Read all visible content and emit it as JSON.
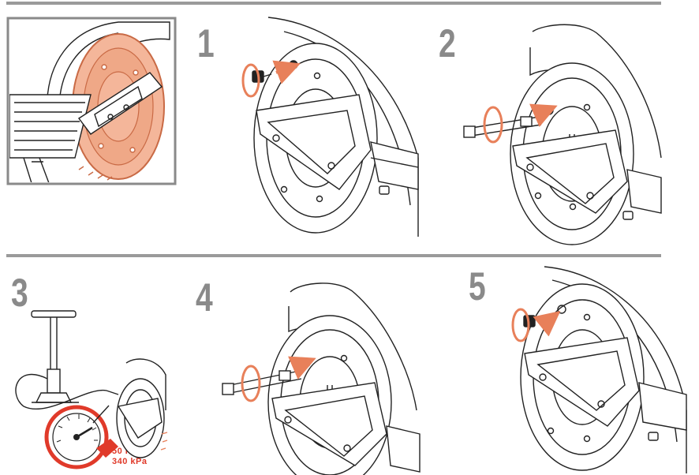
{
  "steps": [
    {
      "number": "1"
    },
    {
      "number": "2"
    },
    {
      "number": "3"
    },
    {
      "number": "4"
    },
    {
      "number": "5"
    }
  ],
  "gauge": {
    "psi": "50 PSI",
    "kpa": "340 kPa"
  },
  "colors": {
    "accent": "#e8805a",
    "accent_fill": "#f4b69a",
    "gauge_red": "#e03a2a",
    "rule_gray": "#9a9a9a",
    "number_gray": "#8a8a8a"
  }
}
